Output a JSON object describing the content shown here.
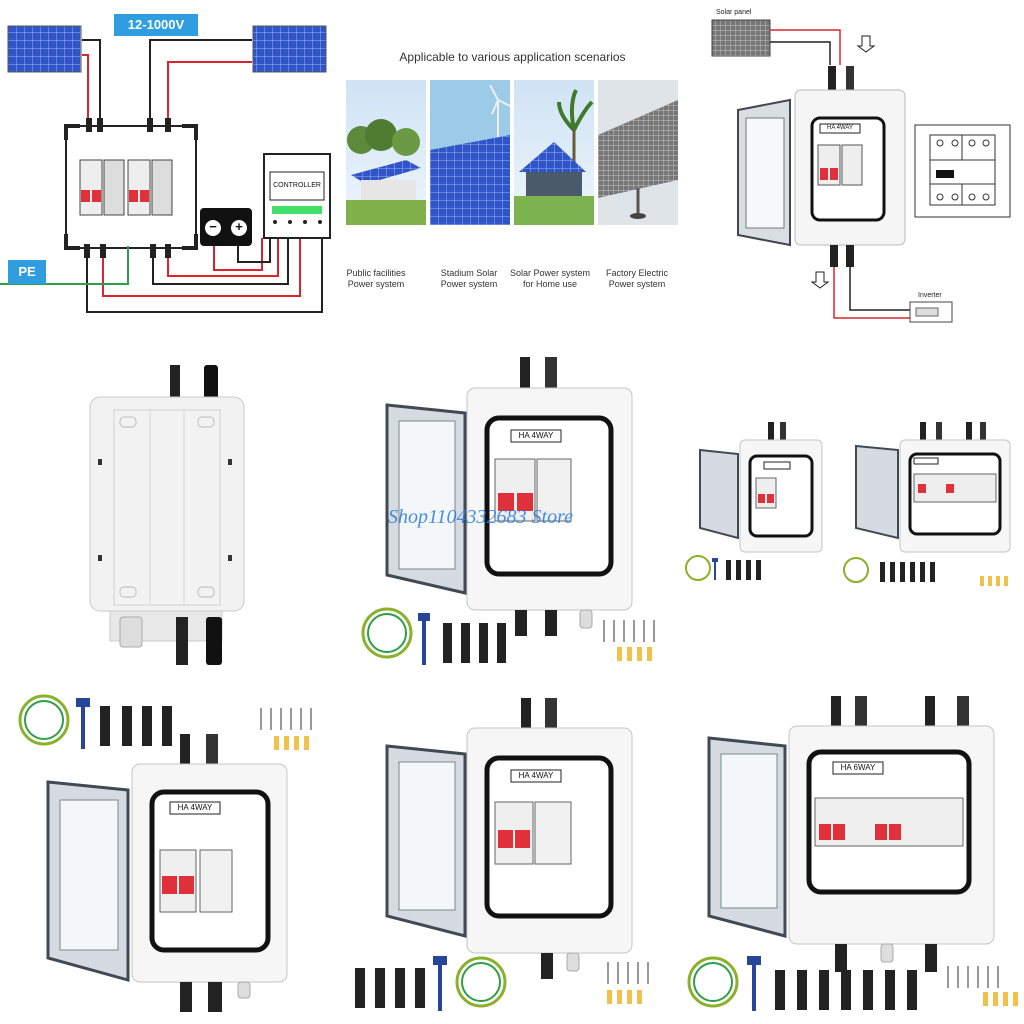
{
  "wiring": {
    "voltage_badge": "12-1000V",
    "pe_badge": "PE",
    "controller_label": "CONTROLLER",
    "battery_minus": "−",
    "battery_plus": "+"
  },
  "scenarios": {
    "title": "Applicable to various application scenarios",
    "items": [
      {
        "line1": "Public facilities",
        "line2": "Power system"
      },
      {
        "line1": "Stadium Solar",
        "line2": "Power system"
      },
      {
        "line1": "Solar Power system",
        "line2": "for Home use"
      },
      {
        "line1": "Factory Electric",
        "line2": "Power system"
      }
    ]
  },
  "schematic": {
    "solar_panel_label": "Solar panel",
    "inverter_label": "Inverter",
    "box_label": "HA 4WAY"
  },
  "products": {
    "label_4way": "HA 4WAY",
    "label_6way": "HA 6WAY"
  },
  "watermark": "Shop1104332683 Store",
  "colors": {
    "badge_blue": "#2f9ee0",
    "wire_red": "#d8262c",
    "wire_black": "#222222",
    "wire_green": "#2e9e4a",
    "breaker_red": "#e0303a"
  }
}
